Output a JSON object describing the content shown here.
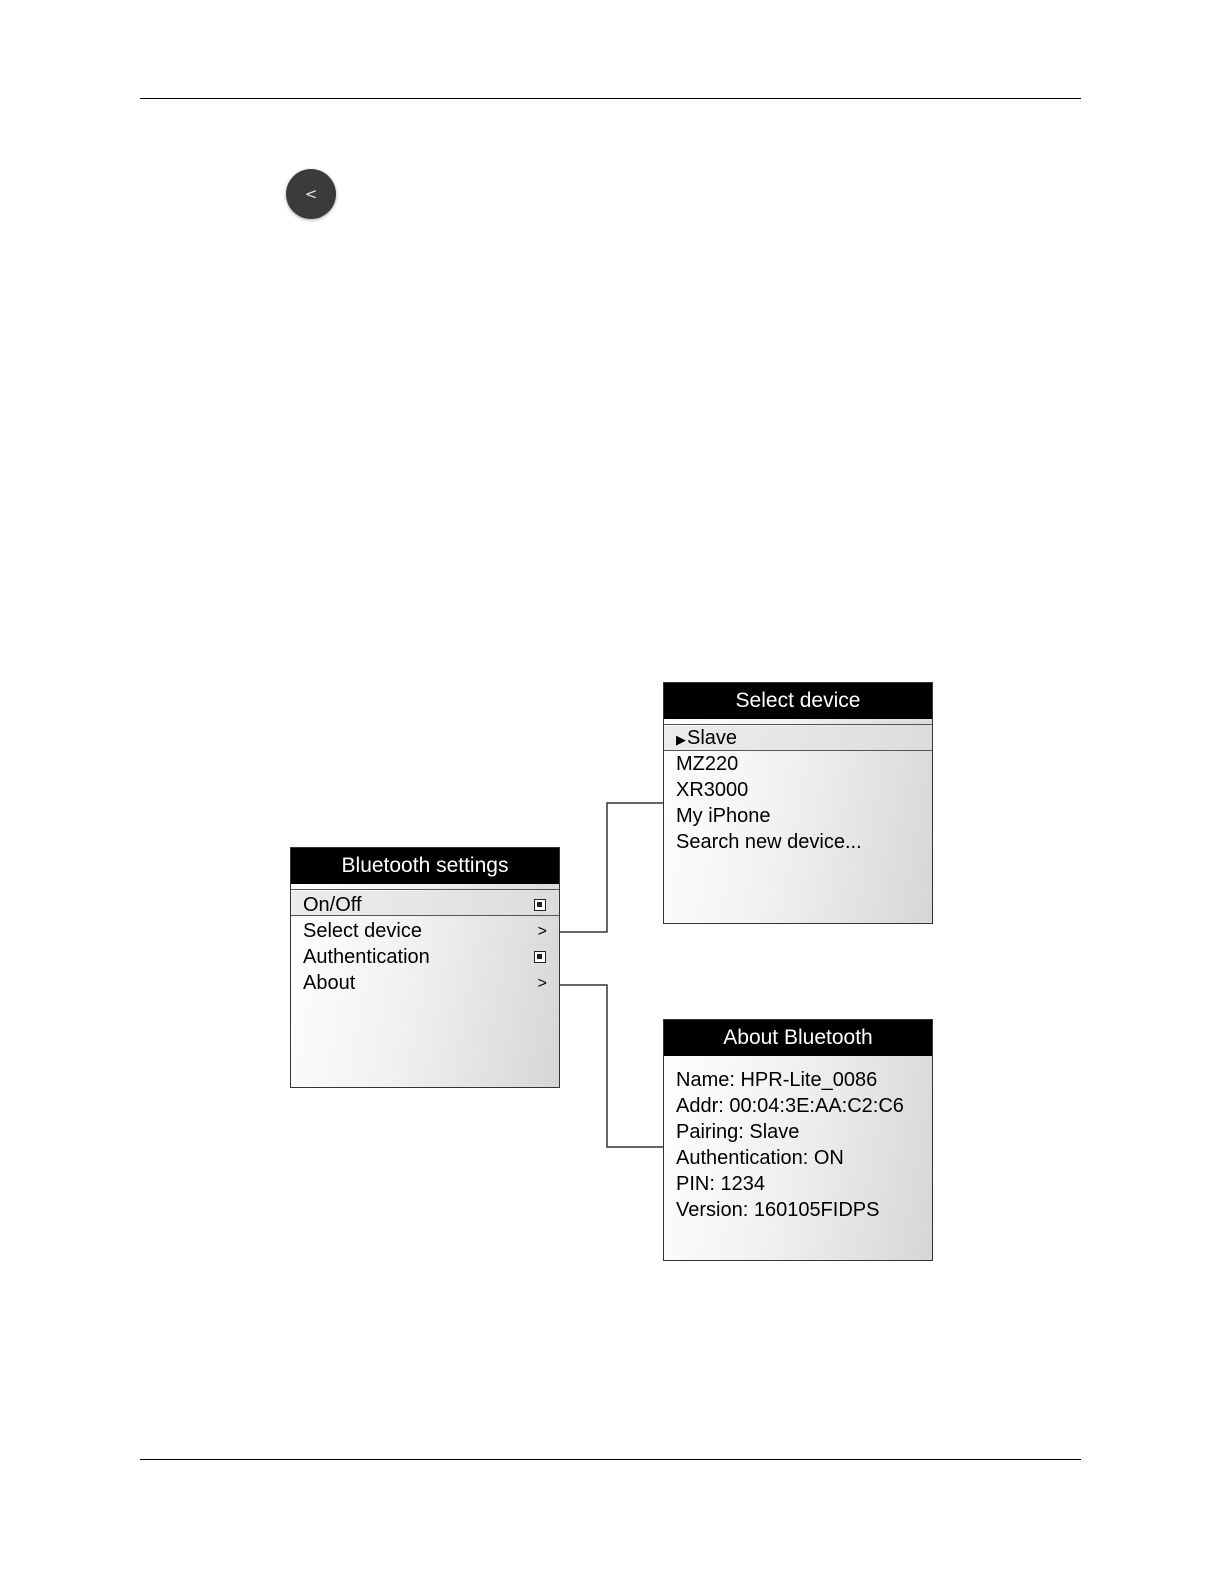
{
  "nav": {
    "back_label": "<"
  },
  "bluetooth_settings": {
    "title": "Bluetooth settings",
    "items": [
      {
        "label": "On/Off",
        "indicator": "checkbox",
        "checked": true,
        "selected": true
      },
      {
        "label": "Select device",
        "indicator": ">"
      },
      {
        "label": "Authentication",
        "indicator": "checkbox",
        "checked": true
      },
      {
        "label": "About",
        "indicator": ">"
      }
    ]
  },
  "select_device": {
    "title": "Select device",
    "items": [
      {
        "label": "Slave",
        "marker": "▶",
        "selected": true
      },
      {
        "label": "MZ220"
      },
      {
        "label": "XR3000"
      },
      {
        "label": "My iPhone"
      },
      {
        "label": "Search new device..."
      }
    ]
  },
  "about_bluetooth": {
    "title": "About Bluetooth",
    "lines": [
      "Name: HPR-Lite_0086",
      "Addr: 00:04:3E:AA:C2:C6",
      "Pairing: Slave",
      "Authentication: ON",
      "PIN: 1234",
      "Version: 160105FIDPS"
    ]
  }
}
